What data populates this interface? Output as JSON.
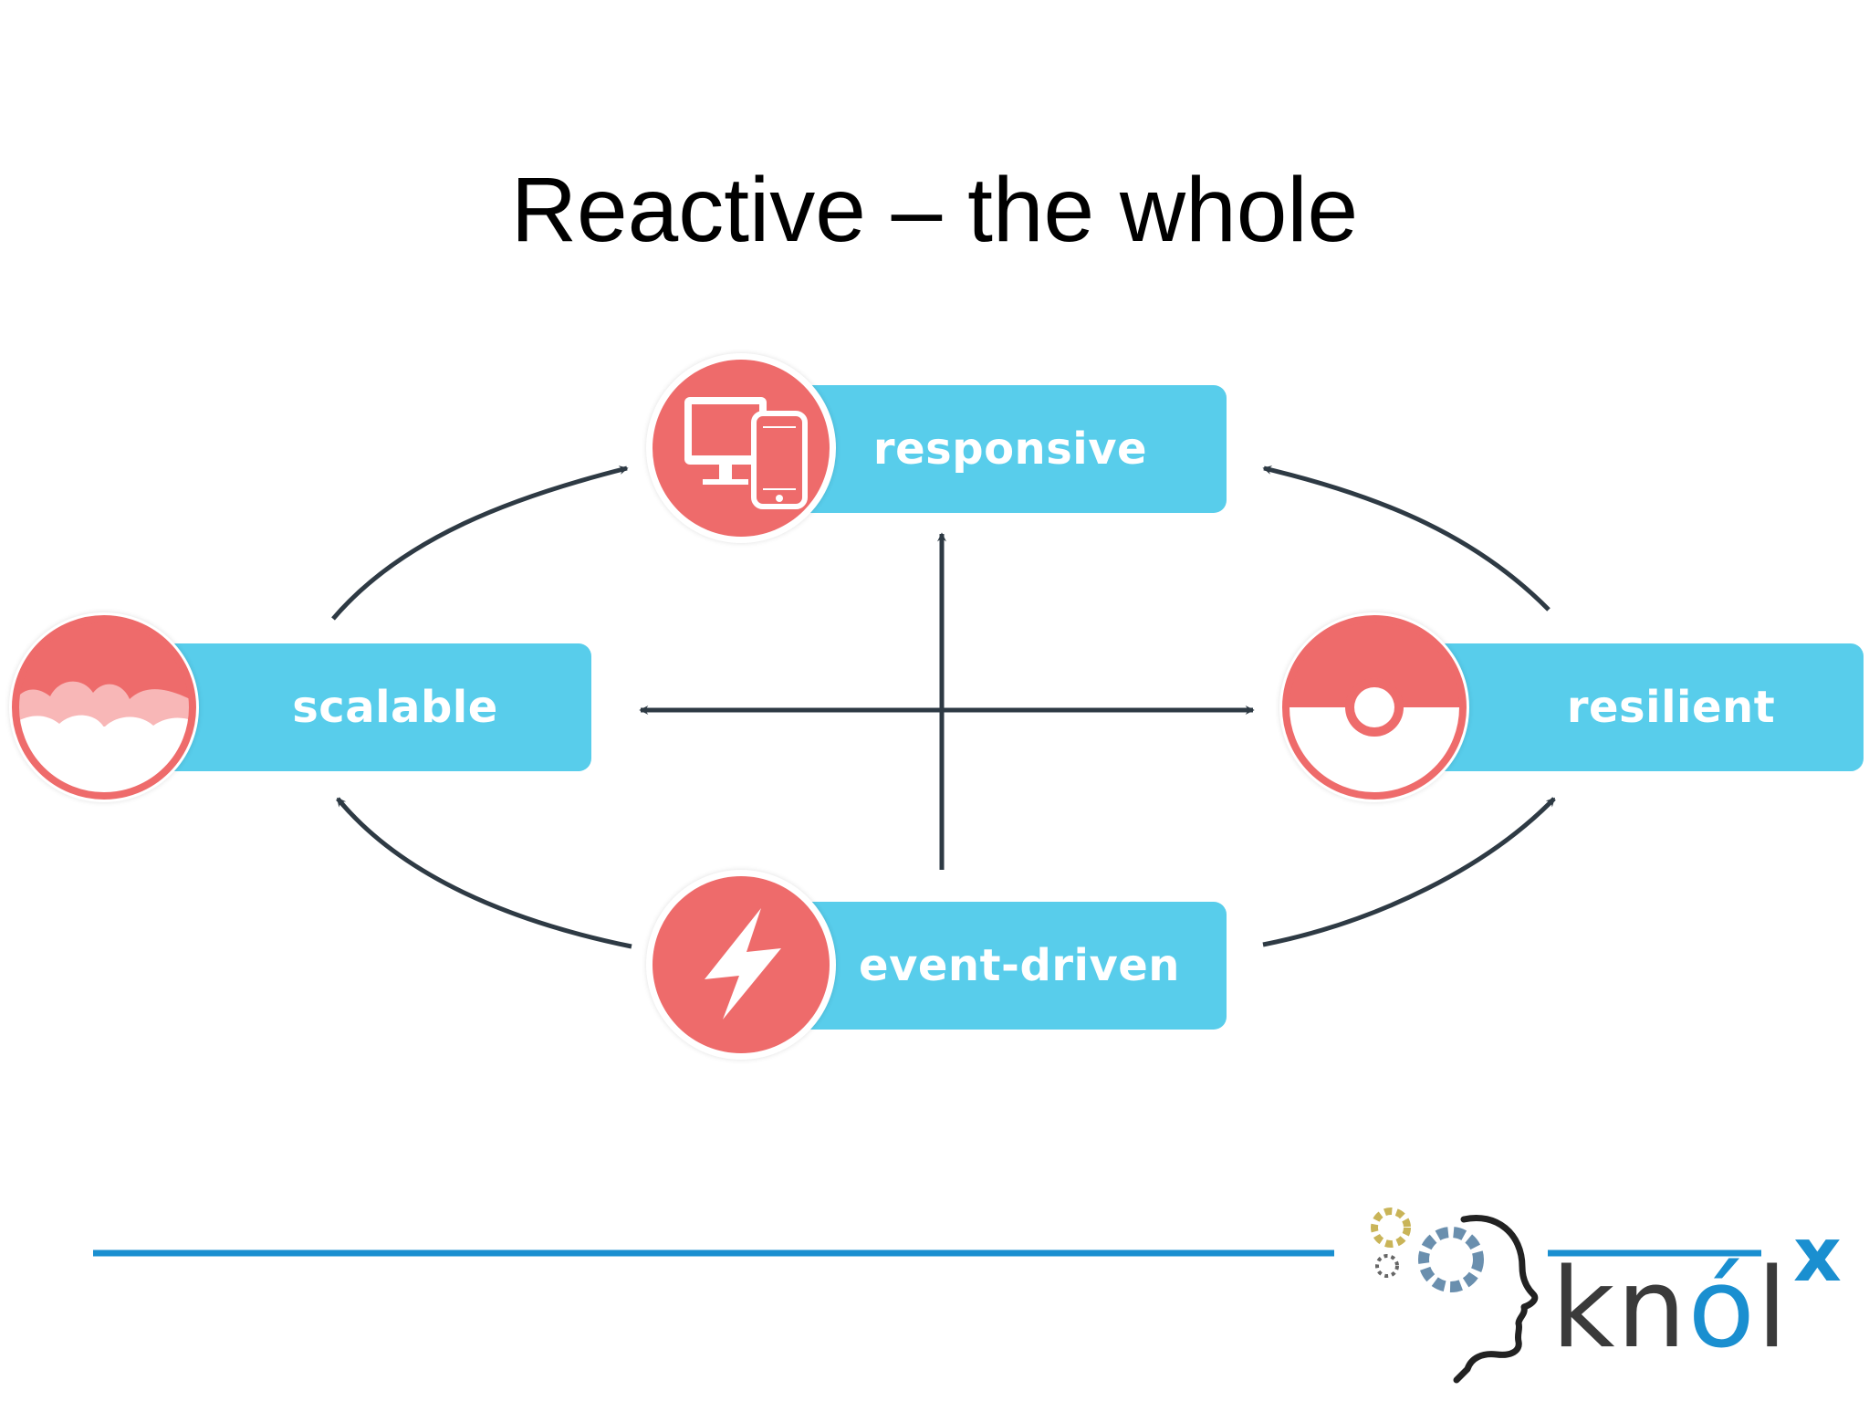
{
  "slide": {
    "title": "Reactive – the whole"
  },
  "diagram": {
    "nodes": [
      {
        "id": "responsive",
        "label": "responsive",
        "icon": "devices-icon"
      },
      {
        "id": "scalable",
        "label": "scalable",
        "icon": "cloud-scale-icon"
      },
      {
        "id": "resilient",
        "label": "resilient",
        "icon": "lifebuoy-icon"
      },
      {
        "id": "event-driven",
        "label": "event-driven",
        "icon": "lightning-icon"
      }
    ],
    "colors": {
      "pill": "#58CDEB",
      "icon": "#EE6B6B",
      "arrow": "#2E3A44",
      "rule": "#1A8FD0"
    }
  },
  "logo": {
    "text_main": "kn",
    "text_accent": "ó",
    "text_end": "l",
    "superscript": "x"
  }
}
